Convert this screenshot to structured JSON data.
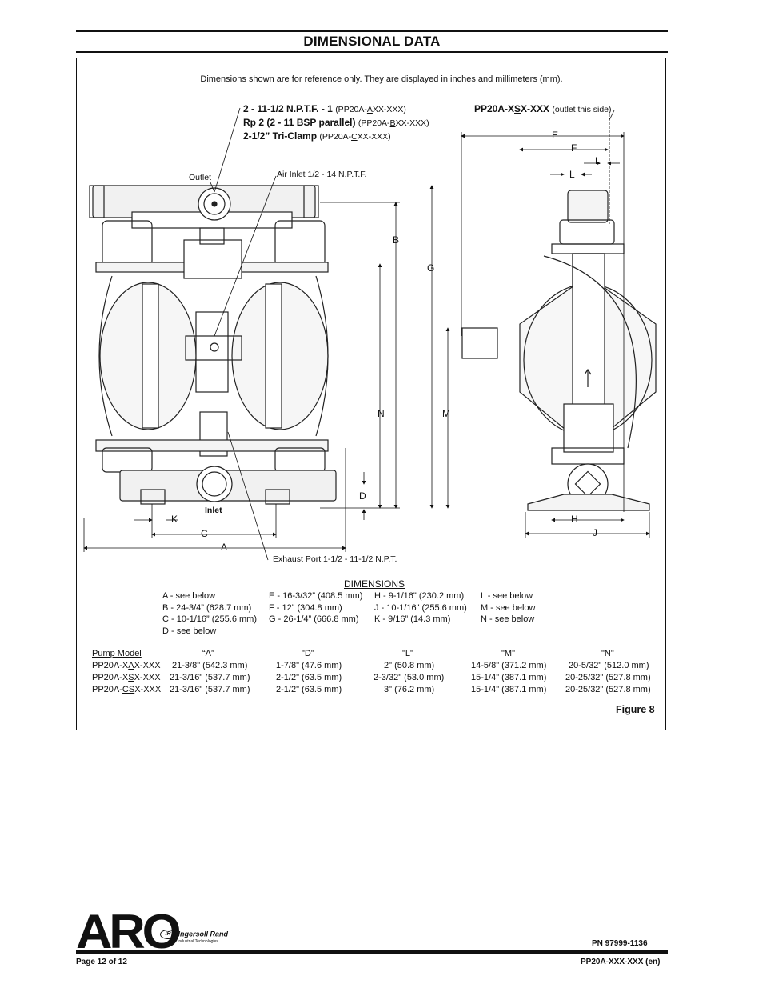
{
  "header": {
    "title": "DIMENSIONAL DATA"
  },
  "note": "Dimensions shown are for reference only. They are displayed in inches and millimeters (mm).",
  "callouts": {
    "connections": [
      {
        "bold": "2 - 11-1/2 N.P.T.F. - 1",
        "pre": "(PP20A-",
        "under": "A",
        "post": "XX-XXX)"
      },
      {
        "bold": "Rp 2 (2 - 11 BSP parallel)",
        "pre": "(PP20A-",
        "under": "B",
        "post": "XX-XXX)"
      },
      {
        "bold": "2-1/2” Tri-Clamp",
        "pre": "(PP20A-",
        "under": "C",
        "post": "XX-XXX)"
      }
    ],
    "side_model_pre": "PP20A-X",
    "side_model_under": "S",
    "side_model_post": "X-XXX",
    "side_note": "(outlet this side)",
    "outlet": "Outlet",
    "air_inlet": "Air Inlet 1/2 - 14 N.P.T.F.",
    "inlet": "Inlet",
    "exhaust": "Exhaust Port 1-1/2 - 11-1/2 N.P.T."
  },
  "dim_letters": {
    "a": "A",
    "b": "B",
    "c": "C",
    "d": "D",
    "e": "E",
    "f": "F",
    "g": "G",
    "h": "H",
    "j": "J",
    "k": "K",
    "l1": "L",
    "l2": "L",
    "m": "M",
    "n": "N"
  },
  "dimensions": {
    "title": "DIMENSIONS",
    "columns": [
      [
        "A -   see below",
        "B -   24-3/4” (628.7 mm)",
        "C -   10-1/16” (255.6 mm)",
        "D -   see below"
      ],
      [
        "E -   16-3/32” (408.5 mm)",
        "F -   12” (304.8 mm)",
        "G -   26-1/4” (666.8 mm)"
      ],
      [
        "H -   9-1/16\" (230.2 mm)",
        "J -   10-1/16\" (255.6 mm)",
        "K -   9/16” (14.3 mm)"
      ],
      [
        "L -   see below",
        "M -   see below",
        "N -   see below"
      ]
    ]
  },
  "pump_table": {
    "headers": [
      "Pump Model",
      "“A”",
      "\"D\"",
      "\"L\"",
      "\"M\"",
      "\"N\""
    ],
    "rows": [
      {
        "model_pre": "PP20A-X",
        "model_under": "A",
        "model_post": "X-XXX",
        "cells": [
          "21-3/8\" (542.3 mm)",
          "1-7/8\" (47.6 mm)",
          "2\" (50.8 mm)",
          "14-5/8\" (371.2 mm)",
          "20-5/32\" (512.0 mm)"
        ]
      },
      {
        "model_pre": "PP20A-X",
        "model_under": "S",
        "model_post": "X-XXX",
        "cells": [
          "21-3/16\" (537.7 mm)",
          "2-1/2\" (63.5 mm)",
          "2-3/32\" (53.0 mm)",
          "15-1/4\" (387.1 mm)",
          "20-25/32\" (527.8 mm)"
        ]
      },
      {
        "model_pre": "PP20A-",
        "model_under": "CS",
        "model_post": "X-XXX",
        "cells": [
          "21-3/16\" (537.7 mm)",
          "2-1/2\" (63.5 mm)",
          "3\" (76.2 mm)",
          "15-1/4\" (387.1 mm)",
          "20-25/32\" (527.8 mm)"
        ]
      }
    ]
  },
  "figure": "Figure 8",
  "footer": {
    "brand": "ARO",
    "partner": "Ingersoll Rand",
    "partner_sub": "Industrial Technologies",
    "pn": "PN 97999-1136",
    "page": "Page 12 of 12",
    "doc": "PP20A-XXX-XXX (en)"
  }
}
